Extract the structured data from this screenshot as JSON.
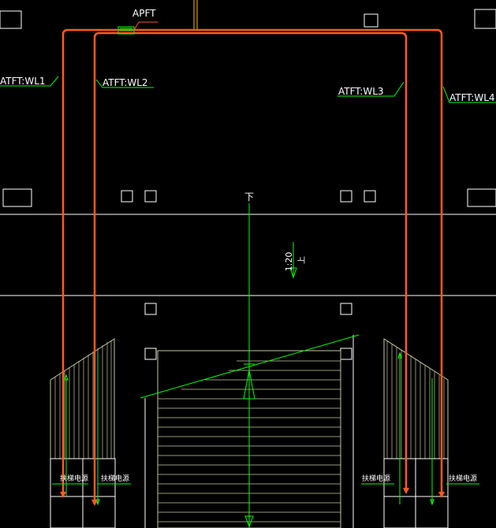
{
  "drawing": {
    "panel_label": "APFT",
    "feed_labels": [
      "ATFT:WL1",
      "ATFT:WL2",
      "ATFT:WL3",
      "ATFT:WL4"
    ],
    "stair_down_mark": "下",
    "slope_text": "1:20",
    "slope_up_mark": "上",
    "escalator_power_label": "扶梯电源",
    "colors": {
      "background": "#000000",
      "wiring": "#ff5a1e",
      "annotation": "#00ff00",
      "outline": "#ffffff",
      "hatch": "#c8c8a0",
      "feeder": "#ffc000"
    }
  }
}
